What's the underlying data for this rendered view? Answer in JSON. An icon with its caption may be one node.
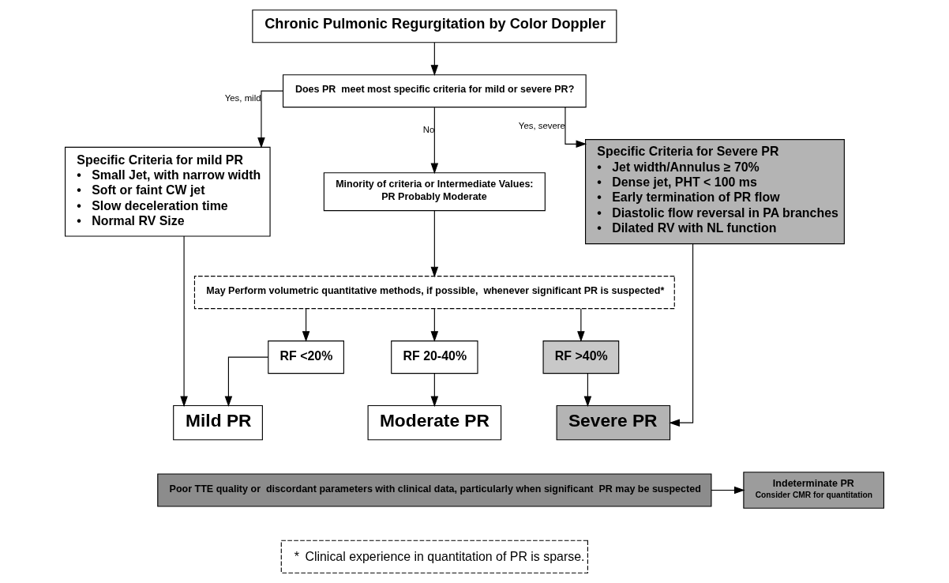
{
  "diagram": {
    "nodes": [
      {
        "text": [
          "Chronic Pulmonic Regurgitation by Color Doppler"
        ]
      },
      {
        "text": [
          "Does PR  meet most specific criteria for mild or severe PR?"
        ]
      },
      {
        "text": [
          "Specific Criteria for mild PR",
          "•   Small Jet, with narrow width",
          "•   Soft or faint CW jet",
          "•   Slow deceleration time",
          "•   Normal RV Size"
        ]
      },
      {
        "text": [
          "Minority of criteria or Intermediate Values:",
          "PR Probably Moderate"
        ]
      },
      {
        "text": [
          "Specific Criteria for Severe PR",
          "•   Jet width/Annulus ≥ 70%",
          "•   Dense jet, PHT < 100 ms",
          "•   Early termination of PR flow",
          "•   Diastolic flow reversal in PA branches",
          "•   Dilated RV with NL function"
        ]
      },
      {
        "text": [
          "May Perform volumetric quantitative methods, if possible,  whenever significant PR is suspected*"
        ]
      },
      {
        "text": [
          "RF <20%"
        ]
      },
      {
        "text": [
          "RF 20-40%"
        ]
      },
      {
        "text": [
          "RF >40%"
        ]
      },
      {
        "text": [
          "Mild PR"
        ]
      },
      {
        "text": [
          "Moderate PR"
        ]
      },
      {
        "text": [
          "Severe PR"
        ]
      },
      {
        "text": [
          "Poor TTE quality or  discordant parameters with clinical data, particularly when significant  PR may be suspected"
        ]
      },
      {
        "text": [
          "Indeterminate PR",
          "Consider CMR for quantitation"
        ]
      },
      {
        "text": [
          "*",
          "Clinical experience in quantitation of PR is sparse."
        ]
      }
    ],
    "edges": [
      {
        "from": 0,
        "to": 1,
        "arrow": "to"
      },
      {
        "from": 1,
        "to": 2,
        "arrow": "to",
        "label": "Yes, mild"
      },
      {
        "from": 1,
        "to": 3,
        "arrow": "to",
        "label": "No"
      },
      {
        "from": 1,
        "to": 4,
        "arrow": "to",
        "label": "Yes, severe"
      },
      {
        "from": 3,
        "to": 5,
        "arrow": "to"
      },
      {
        "from": 5,
        "to": 6,
        "arrow": "to"
      },
      {
        "from": 5,
        "to": 7,
        "arrow": "to"
      },
      {
        "from": 5,
        "to": 8,
        "arrow": "to"
      },
      {
        "from": 6,
        "to": 9,
        "arrow": "to"
      },
      {
        "from": 7,
        "to": 10,
        "arrow": "to"
      },
      {
        "from": 8,
        "to": 11,
        "arrow": "to"
      },
      {
        "from": 2,
        "to": 9,
        "arrow": "to"
      },
      {
        "from": 4,
        "to": 11,
        "arrow": "to"
      },
      {
        "from": 12,
        "to": 13,
        "arrow": "to"
      }
    ]
  }
}
